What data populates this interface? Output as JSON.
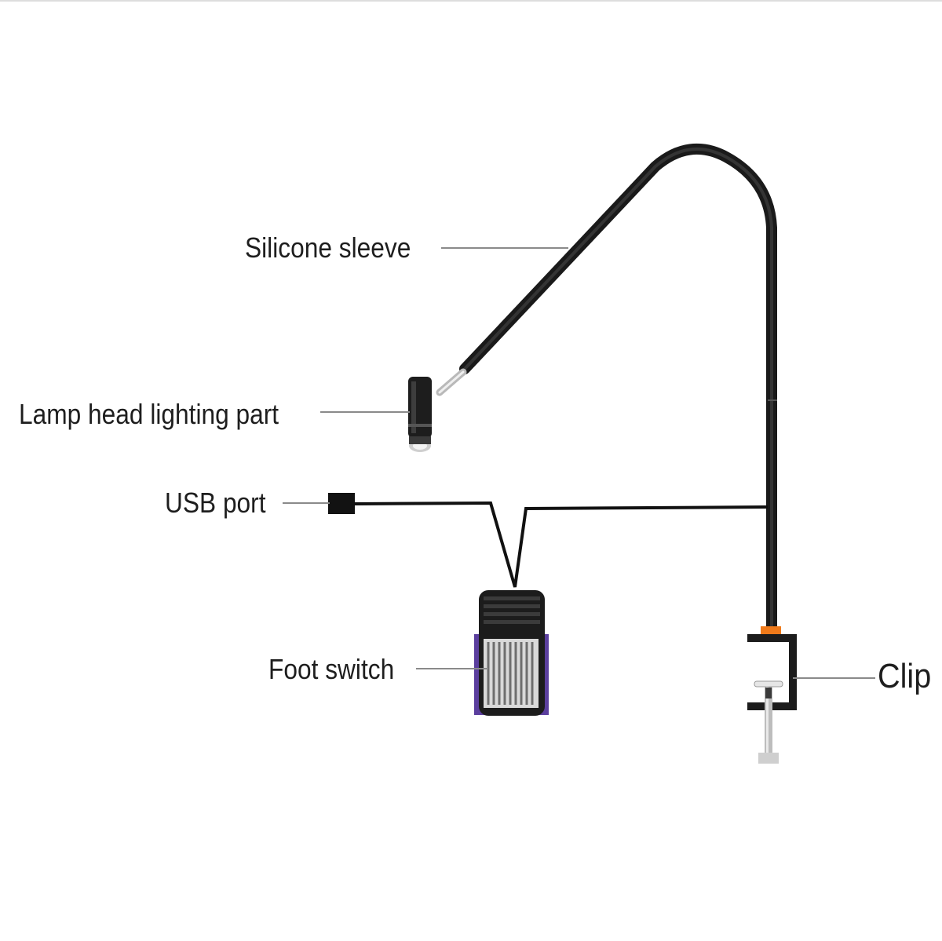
{
  "labels": {
    "silicone_sleeve": "Silicone sleeve",
    "lamp_head": "Lamp head lighting part",
    "usb_port": "USB port",
    "foot_switch": "Foot switch",
    "clip": "Clip"
  },
  "colors": {
    "leader_line": "#8a8a8a",
    "gooseneck": "#2b2b2b",
    "cable": "#111111",
    "pedal_base": "#5b3f9e",
    "pedal_body": "#1c1c1c",
    "clip_band": "#f07a1a"
  }
}
